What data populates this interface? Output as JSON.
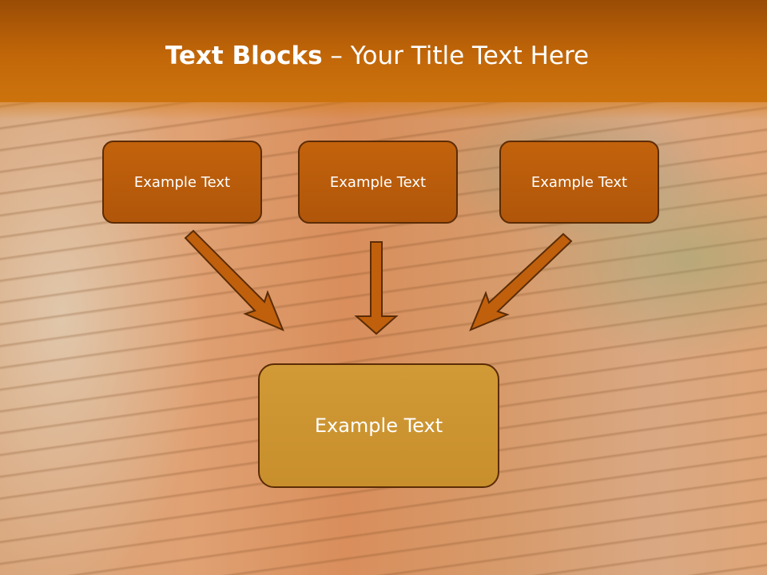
{
  "title": {
    "bold_part": "Text Blocks",
    "separator": " – ",
    "regular_part": "Your Title Text Here"
  },
  "blocks": {
    "top": [
      {
        "label": "Example Text"
      },
      {
        "label": "Example Text"
      },
      {
        "label": "Example Text"
      }
    ],
    "bottom": {
      "label": "Example Text"
    }
  },
  "colors": {
    "title_band": "#c26709",
    "top_box_fill": "#b85b0b",
    "bottom_box_fill": "#cc942f",
    "box_border": "#5b2c06",
    "arrow_fill": "#c0600c",
    "arrow_stroke": "#5b2c06",
    "text": "#ffffff"
  }
}
